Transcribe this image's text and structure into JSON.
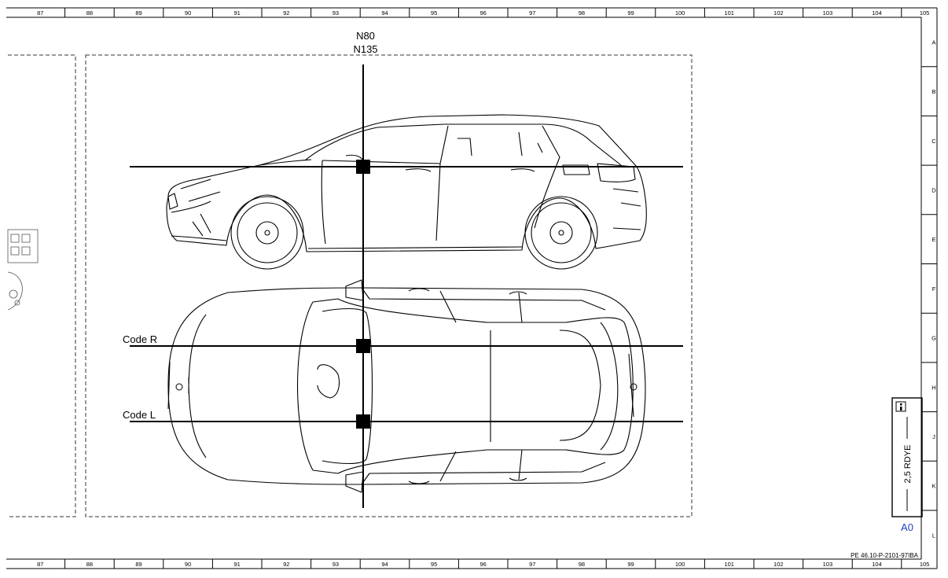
{
  "ruler": {
    "columns": [
      "87",
      "88",
      "89",
      "90",
      "91",
      "92",
      "93",
      "94",
      "95",
      "96",
      "97",
      "98",
      "99",
      "100",
      "101",
      "102",
      "103",
      "104",
      "105"
    ],
    "rows": [
      "A",
      "B",
      "C",
      "D",
      "E",
      "F",
      "G",
      "H",
      "J",
      "K",
      "L"
    ]
  },
  "diagram": {
    "component_labels": [
      "N80",
      "N135"
    ],
    "variants": [
      "Code R",
      "Code L"
    ]
  },
  "info_box": {
    "icon": "info-icon",
    "wire_spec": "2,5 RDYE",
    "ground_ref": "A0",
    "ground_ref_color": "#1e3fbf"
  },
  "document_ref": "PE 46.10-P-2101-97IBA"
}
